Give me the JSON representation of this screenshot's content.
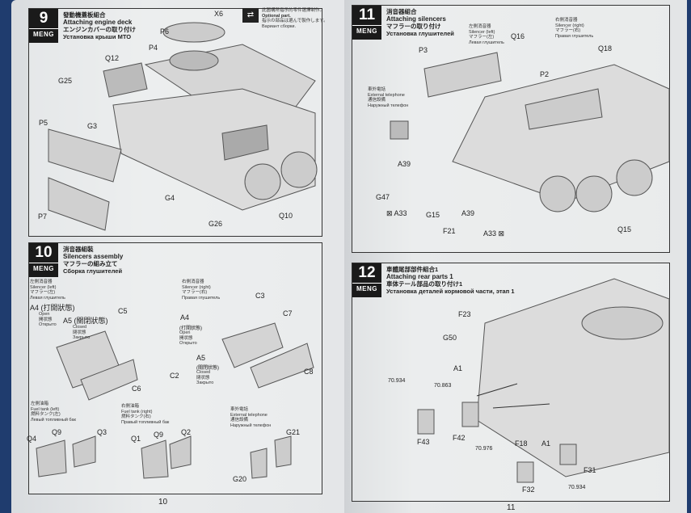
{
  "brand": "MENG",
  "optional_part": {
    "lines": [
      "此圖構所指示的零件選擇制作。",
      "Optional part.",
      "指示の部品は選んで製作します。",
      "Вариант сборки."
    ],
    "icon": "arrows-swap-icon"
  },
  "steps": [
    {
      "number": "9",
      "zh": "發動機蓋板組合",
      "en": "Attaching engine deck",
      "ja": "エンジンカバーの取り付け",
      "ru": "Установка крыши МТО",
      "parts": [
        "X6",
        "P6",
        "P4",
        "Q12",
        "G25",
        "G3",
        "P5",
        "P7",
        "G4",
        "G26",
        "Q10"
      ]
    },
    {
      "number": "10",
      "zh": "消音器組裝",
      "en": "Silencers assembly",
      "ja": "マフラーの組み立て",
      "ru": "Сборка глушителей",
      "notes": {
        "silencer_left": [
          "左側消音器",
          "Silencer (left)",
          "マフラー(左)",
          "Левая глушитель"
        ],
        "silencer_right": [
          "右側消音器",
          "Silencer (right)",
          "マフラー(右)",
          "Правая глушитель"
        ],
        "open": [
          "Open",
          "開状態",
          "Открыто"
        ],
        "closed": [
          "Closed",
          "閉状態",
          "Закрыто"
        ],
        "fuel_left": [
          "左側油箱",
          "Fuel tank (left)",
          "燃料タンク(左)",
          "Левый топливный бак"
        ],
        "fuel_right": [
          "右側油箱",
          "Fuel tank (right)",
          "燃料タンク(右)",
          "Правый топливный бак"
        ],
        "telephone": [
          "車外電話",
          "External telephone",
          "通信設備",
          "Наружный телефон"
        ]
      },
      "parts": [
        "A4 (打開狀態)",
        "A5 (關閉狀態)",
        "C5",
        "C6",
        "C2",
        "A4",
        "(打開狀態)",
        "A5",
        "(關閉狀態)",
        "C3",
        "C7",
        "C8",
        "Q4",
        "Q9",
        "Q3",
        "Q1",
        "Q9",
        "Q2",
        "G21",
        "G20"
      ]
    },
    {
      "number": "11",
      "zh": "消音器組合",
      "en": "Attaching silencers",
      "ja": "マフラーの取り付け",
      "ru": "Установка глушителей",
      "notes": {
        "silencer_left": [
          "左側消音器",
          "Silencer (left)",
          "マフラー(左)",
          "Левая глушитель"
        ],
        "silencer_right": [
          "右側消音器",
          "Silencer (right)",
          "マフラー(右)",
          "Правая глушитель"
        ],
        "telephone": [
          "車外電話",
          "External telephone",
          "通信設備",
          "Наружный телефон"
        ]
      },
      "parts": [
        "Q16",
        "P3",
        "P2",
        "Q18",
        "A39",
        "G47",
        "A33",
        "G15",
        "A39",
        "F21",
        "A33",
        "Q15"
      ]
    },
    {
      "number": "12",
      "zh": "車體尾部部件組合1",
      "en": "Attaching rear parts 1",
      "ja": "車体テール部品の取り付け1",
      "ru": "Установка деталей кормовой части, этап 1",
      "parts": [
        "F23",
        "G50",
        "A1",
        "70.863",
        "70.934",
        "F43",
        "F42",
        "70.976",
        "F18",
        "A1",
        "F31",
        "F32",
        "70.934"
      ]
    }
  ],
  "page_numbers": [
    "10",
    "11"
  ]
}
